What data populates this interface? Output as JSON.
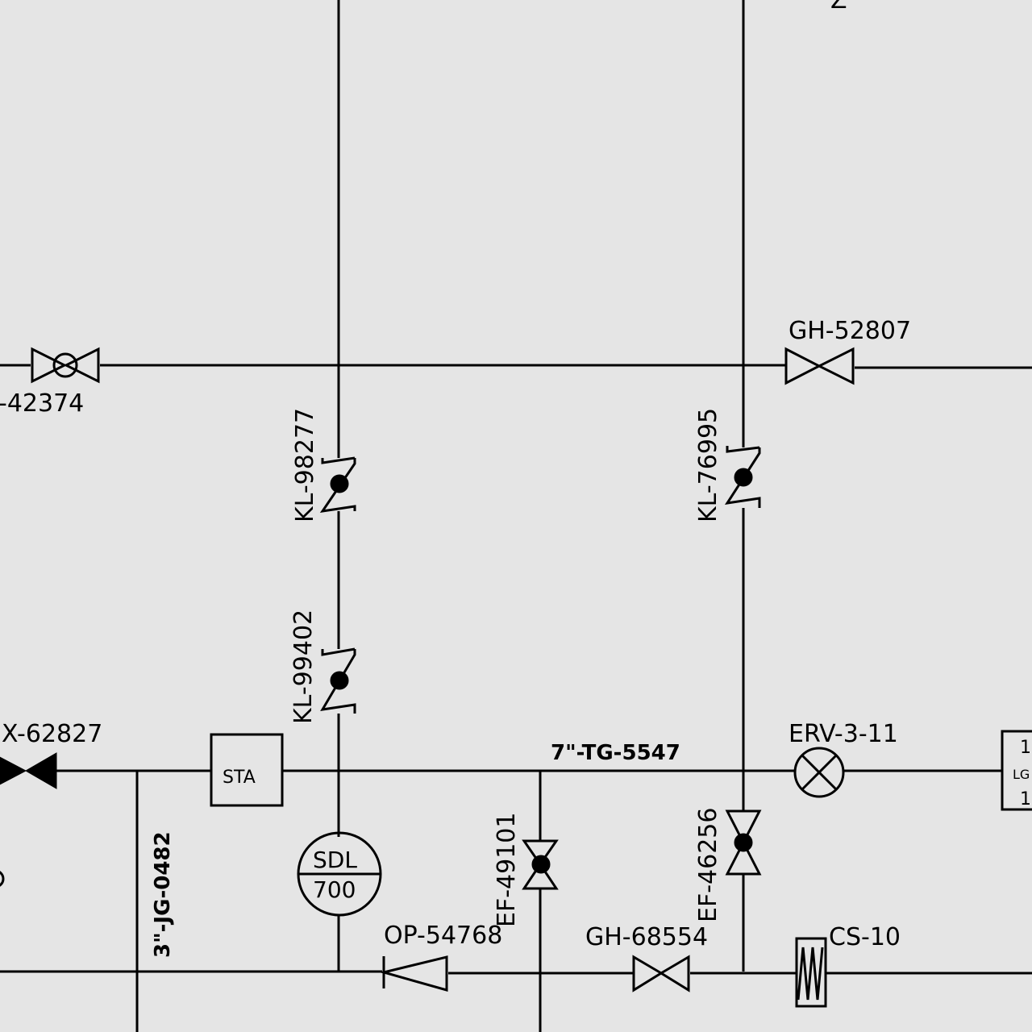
{
  "tags": {
    "v_left_top": "-42374",
    "v_gh52807": "GH-52807",
    "cv_kl98277": "KL-98277",
    "cv_kl76995": "KL-76995",
    "cv_kl99402": "KL-99402",
    "v_x62827": "X-62827",
    "line_tg5547": "7\"-TG-5547",
    "erv": "ERV-3-11",
    "line_jg0482": "3\"-JG-0482",
    "sta": "STA",
    "sdl_top": "SDL",
    "sdl_bottom": "700",
    "v_ef49101": "EF-49101",
    "v_ef46256": "EF-46256",
    "cv_op54768": "OP-54768",
    "v_gh68554": "GH-68554",
    "strainer_cs10": "CS-10",
    "box_right_top": "1",
    "box_right_mid": "LG",
    "box_right_bottom": "1",
    "top_fragment": "Z"
  }
}
